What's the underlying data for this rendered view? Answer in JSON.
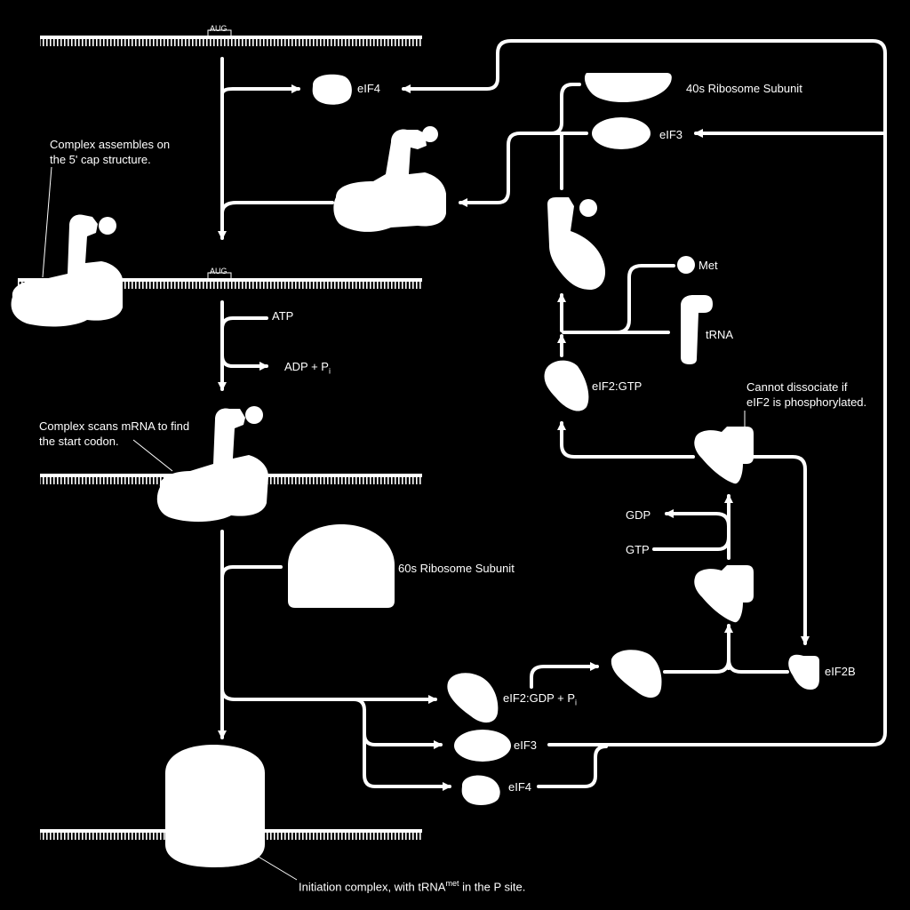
{
  "labels": {
    "aug": "AUG",
    "eif4": "eIF4",
    "ribosome_40s": "40s Ribosome Subunit",
    "eif3": "eIF3",
    "complex_assembles_line1": "Complex assembles on",
    "complex_assembles_line2": "the 5' cap structure.",
    "met": "Met",
    "trna": "tRNA",
    "atp": "ATP",
    "adp_pi": "ADP + P",
    "adp_pi_sub": "i",
    "eif2_gtp": "eIF2:GTP",
    "cannot_dissociate_line1": "Cannot dissociate if",
    "cannot_dissociate_line2": "eIF2 is phosphorylated.",
    "complex_scans_line1": "Complex scans mRNA to find",
    "complex_scans_line2": "the start codon.",
    "gdp": "GDP",
    "gtp": "GTP",
    "ribosome_60s": "60s Ribosome Subunit",
    "eif2b": "eIF2B",
    "eif2_gdp_pi": "eIF2:GDP + P",
    "eif2_gdp_pi_sub": "i",
    "eif3_bottom": "eIF3",
    "eif4_bottom": "eIF4",
    "initiation_text_a": "Initiation complex, with tRNA",
    "initiation_sup": "met",
    "initiation_text_b": " in the P site."
  },
  "colors": {
    "background": "#000000",
    "foreground": "#ffffff"
  }
}
